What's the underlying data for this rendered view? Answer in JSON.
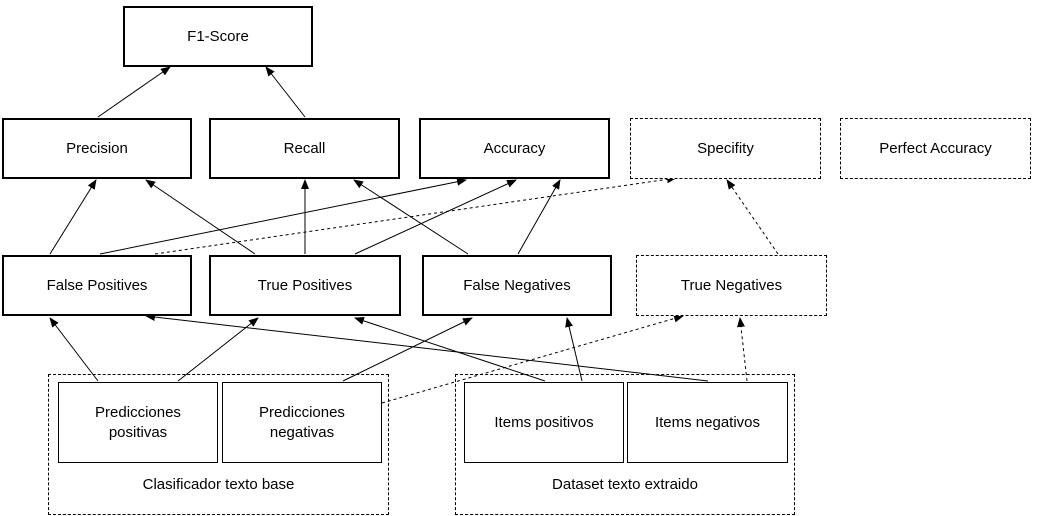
{
  "nodes": {
    "f1": "F1-Score",
    "precision": "Precision",
    "recall": "Recall",
    "accuracy": "Accuracy",
    "specifity": "Specifity",
    "perfect_accuracy": "Perfect Accuracy",
    "false_positives": "False Positives",
    "true_positives": "True Positives",
    "false_negatives": "False Negatives",
    "true_negatives": "True Negatives",
    "pred_pos_line1": "Predicciones",
    "pred_pos_line2": "positivas",
    "pred_neg_line1": "Predicciones",
    "pred_neg_line2": "negativas",
    "items_pos": "Items positivos",
    "items_neg": "Items negativos"
  },
  "groups": {
    "classifier": "Clasificador texto base",
    "dataset": "Dataset texto extraido"
  }
}
